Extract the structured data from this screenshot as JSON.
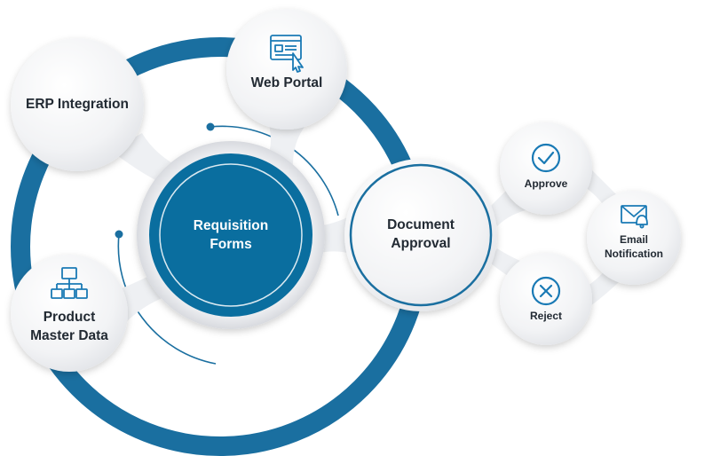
{
  "center": {
    "line1": "Requisition",
    "line2": "Forms"
  },
  "nodes": {
    "erp": {
      "label": "ERP Integration"
    },
    "web_portal": {
      "label": "Web Portal",
      "icon": "web-browser-icon"
    },
    "product_master": {
      "line1": "Product",
      "line2": "Master Data",
      "icon": "hierarchy-icon"
    },
    "document_approval": {
      "line1": "Document",
      "line2": "Approval"
    },
    "approve": {
      "label": "Approve",
      "icon": "check-circle-icon"
    },
    "email_notification": {
      "line1": "Email",
      "line2": "Notification",
      "icon": "envelope-bell-icon"
    },
    "reject": {
      "label": "Reject",
      "icon": "x-circle-icon"
    }
  },
  "colors": {
    "ring": "#1a6fa0",
    "center": "#0a6e9f",
    "icon": "#1a7ab5",
    "bubble": "#f1f2f4",
    "text": "#222a33"
  }
}
